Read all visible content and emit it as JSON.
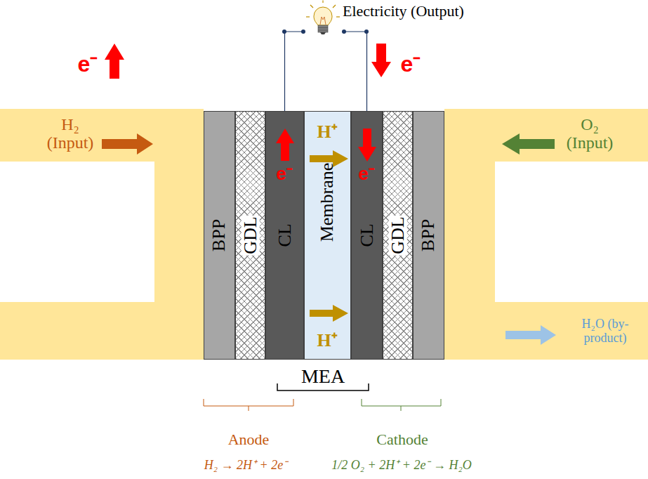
{
  "diagram": {
    "nodes": [
      {
        "text": [
          "BPP"
        ]
      },
      {
        "text": [
          "GDL"
        ]
      },
      {
        "text": [
          "CL"
        ]
      },
      {
        "text": [
          "Membrane"
        ]
      },
      {
        "text": [
          "CL"
        ]
      },
      {
        "text": [
          "GDL"
        ]
      },
      {
        "text": [
          "BPP"
        ]
      }
    ],
    "edges": [
      {
        "from": 2,
        "to": 4,
        "arrow": "none"
      }
    ],
    "labels": [
      "Electricity (Output)",
      "e⁻",
      "e⁻",
      "e⁻",
      "e⁻",
      "H⁺",
      "H⁺",
      "H₂ (Input)",
      "O₂ (Input)",
      "H₂O (by-product)",
      "MEA",
      "Anode",
      "Cathode",
      "H₂ → 2H⁺ + 2e⁻",
      "1/2 O₂ + 2H⁺ + 2e⁻ → H₂O"
    ]
  }
}
